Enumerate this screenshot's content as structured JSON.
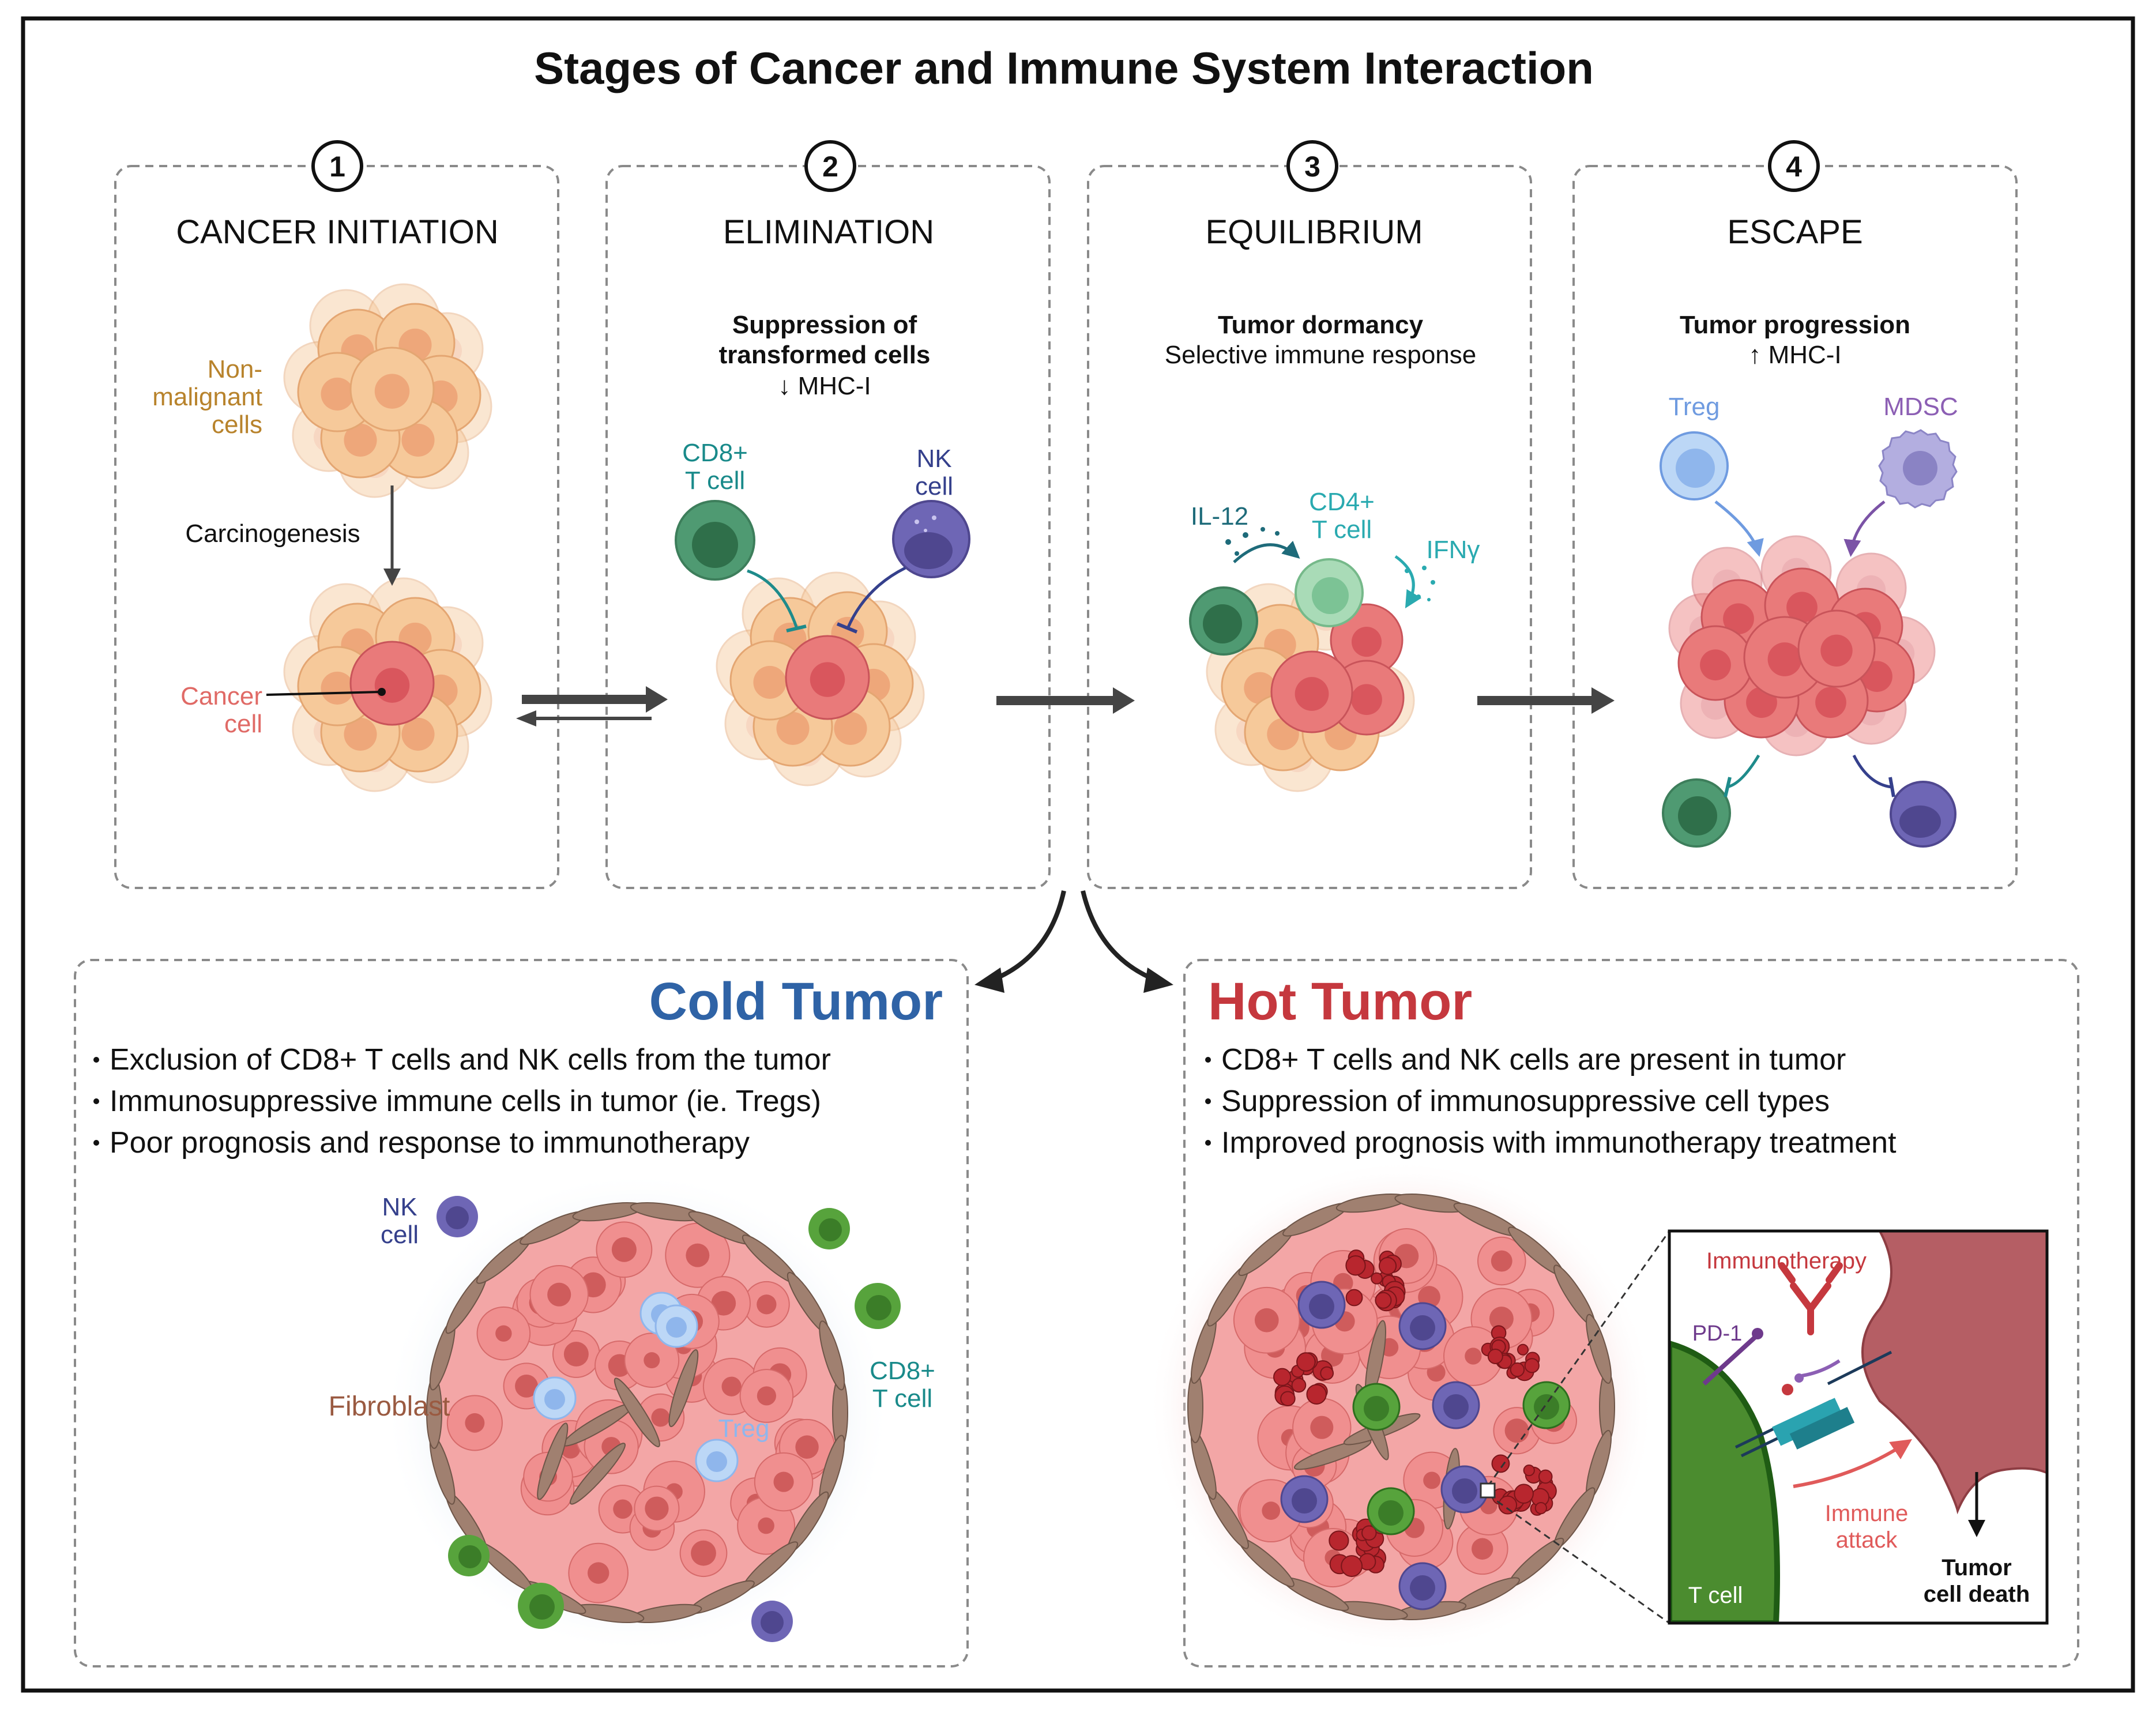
{
  "title": "Stages of Cancer and Immune System Interaction",
  "colors": {
    "frame": "#111111",
    "dash_border": "#8a8a8a",
    "normal_cell_fill": "#f6c99a",
    "normal_cell_nucleus": "#eea77a",
    "cancer_cell_fill": "#e97a7a",
    "cancer_cell_nucleus": "#d9565d",
    "cd8_fill": "#4f9a72",
    "nk_fill": "#7569b6",
    "cd4_fill": "#a9dbb7",
    "treg_fill": "#a9c9f1",
    "mdsc_fill": "#b3aee0",
    "cold_title": "#2f63a6",
    "hot_title": "#c5383e",
    "orange_label": "#b8832c",
    "red_label": "#e06a66",
    "teal_label": "#198a8a",
    "navy_label": "#35408c",
    "blue_label": "#6f9be0",
    "purple_label": "#8c5fb4",
    "fibro_label": "#9a5a41",
    "tcell_green": "#4b8c2f"
  },
  "stages": [
    {
      "number": "1",
      "name": "CANCER INITIATION",
      "labels": {
        "nonmalignant": [
          "Non-",
          "malignant",
          "cells"
        ],
        "carcinogenesis": "Carcinogenesis",
        "cancer_cell": [
          "Cancer",
          "cell"
        ]
      }
    },
    {
      "number": "2",
      "name": "ELIMINATION",
      "subtitle_bold": [
        "Suppression of",
        "transformed cells"
      ],
      "subtitle": "↓ MHC-I",
      "labels": {
        "cd8": [
          "CD8+",
          "T cell"
        ],
        "nk": [
          "NK",
          "cell"
        ]
      }
    },
    {
      "number": "3",
      "name": "EQUILIBRIUM",
      "subtitle_bold": [
        "Tumor dormancy"
      ],
      "subtitle": "Selective immune response",
      "labels": {
        "il12": "IL-12",
        "cd4": [
          "CD4+",
          "T cell"
        ],
        "ifng": "IFNγ"
      }
    },
    {
      "number": "4",
      "name": "ESCAPE",
      "subtitle_bold": [
        "Tumor progression"
      ],
      "subtitle": "↑ MHC-I",
      "labels": {
        "treg": "Treg",
        "mdsc": "MDSC"
      }
    }
  ],
  "cold": {
    "title": "Cold Tumor",
    "bullets": [
      "Exclusion of CD8+ T cells and NK cells from the tumor",
      "Immunosuppressive immune cells in tumor (ie. Tregs)",
      "Poor prognosis and response to immunotherapy"
    ],
    "labels": {
      "nk": [
        "NK",
        "cell"
      ],
      "cd8": [
        "CD8+",
        "T cell"
      ],
      "fibroblast": "Fibroblast",
      "treg": "Treg"
    }
  },
  "hot": {
    "title": "Hot Tumor",
    "bullets": [
      "CD8+ T cells and NK cells are present in tumor",
      "Suppression of immunosuppressive cell types",
      "Improved prognosis with immunotherapy treatment"
    ],
    "inset": {
      "immunotherapy": "Immunotherapy",
      "pd1": "PD-1",
      "immune_attack": [
        "Immune",
        "attack"
      ],
      "t_cell": "T cell",
      "tumor_death": [
        "Tumor",
        "cell death"
      ]
    }
  }
}
